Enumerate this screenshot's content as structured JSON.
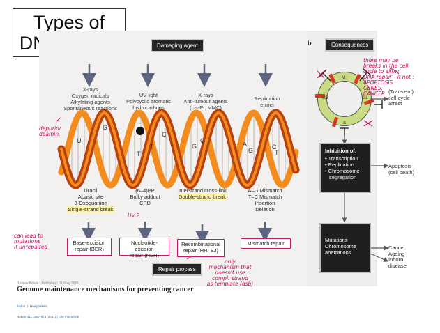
{
  "title": "Types of DNA Repair",
  "panel_a": {
    "damaging_agent_label": "Damaging agent",
    "repair_process_label": "Repair process",
    "agents": [
      "X-rays\nOxygen radicals\nAlkylating agents\nSpontaneous reactions",
      "UV light\nPolycyclic aromatic\nhydrocarbons",
      "X-rays\nAnti-tumour agents\n(cis-Pt, MMC)",
      "Replication\nerrors"
    ],
    "lesions": [
      {
        "lines": [
          "Uracil",
          "Abasic site",
          "8-Oxoguanine"
        ],
        "highlight": "Single-strand break"
      },
      {
        "lines": [
          "(6–4)PP",
          "Bulky adduct",
          "CPD"
        ],
        "highlight": ""
      },
      {
        "lines": [
          "Interstrand cross-link"
        ],
        "highlight": "Double-strand break"
      },
      {
        "lines": [
          "A–G Mismatch",
          "T–C Mismatch",
          "Insertion",
          "Deletion"
        ],
        "highlight": ""
      }
    ],
    "repairs": [
      "Base-excision\nrepair (BER)",
      "Nucleotide-excision\nrepair (NER)",
      "Recombinational\nrepair (HR, EJ)",
      "Mismatch repair"
    ],
    "helix_letters": [
      "U",
      "G",
      "T",
      "T",
      "C",
      "G",
      "G",
      "A",
      "G",
      "C",
      "T"
    ]
  },
  "panel_b": {
    "label": "b",
    "consequences_label": "Consequences",
    "cycle_phases": [
      "M",
      "G1",
      "S",
      "G2"
    ],
    "transient_arrest": "(Transient)\ncell-cycle\narrest",
    "inhibition_title": "Inhibition of:",
    "inhibition_items": [
      "Transcription",
      "Replication",
      "Chromosome\nsegregation"
    ],
    "apoptosis": "Apoptosis\n(cell death)",
    "mutations_box": "Mutations\nChromosome\naberrations",
    "outcomes": "Cancer\nAgeing\nInborn\ndisease"
  },
  "annotations": {
    "cell_cycle_note": "there may be\nbreaks in the cell\ncycle to allow\nDNA repair - if not :\nAPOPTOSIS\nGENES.\nCANCER",
    "depurin": "depurin/\ndeamin.",
    "mutations_note": "can lead to\nmutations\nif unrepaired",
    "uv": "UV ?",
    "recombination_note": "only\nmechanism that\ndoesn't use\ncompl. strand\nas template (dsb)"
  },
  "publication": {
    "meta": "Review Article  |  Published: 01 May 2001",
    "title": "Genome maintenance mechanisms for preventing cancer",
    "author": "Jan H. J. Hoeijmakers",
    "citation": "Nature  411, 366–374 (2001)  |  Cite this article"
  },
  "colors": {
    "strand_dark": "#b8410e",
    "strand_light": "#f28c1e",
    "accent": "#c81866"
  }
}
